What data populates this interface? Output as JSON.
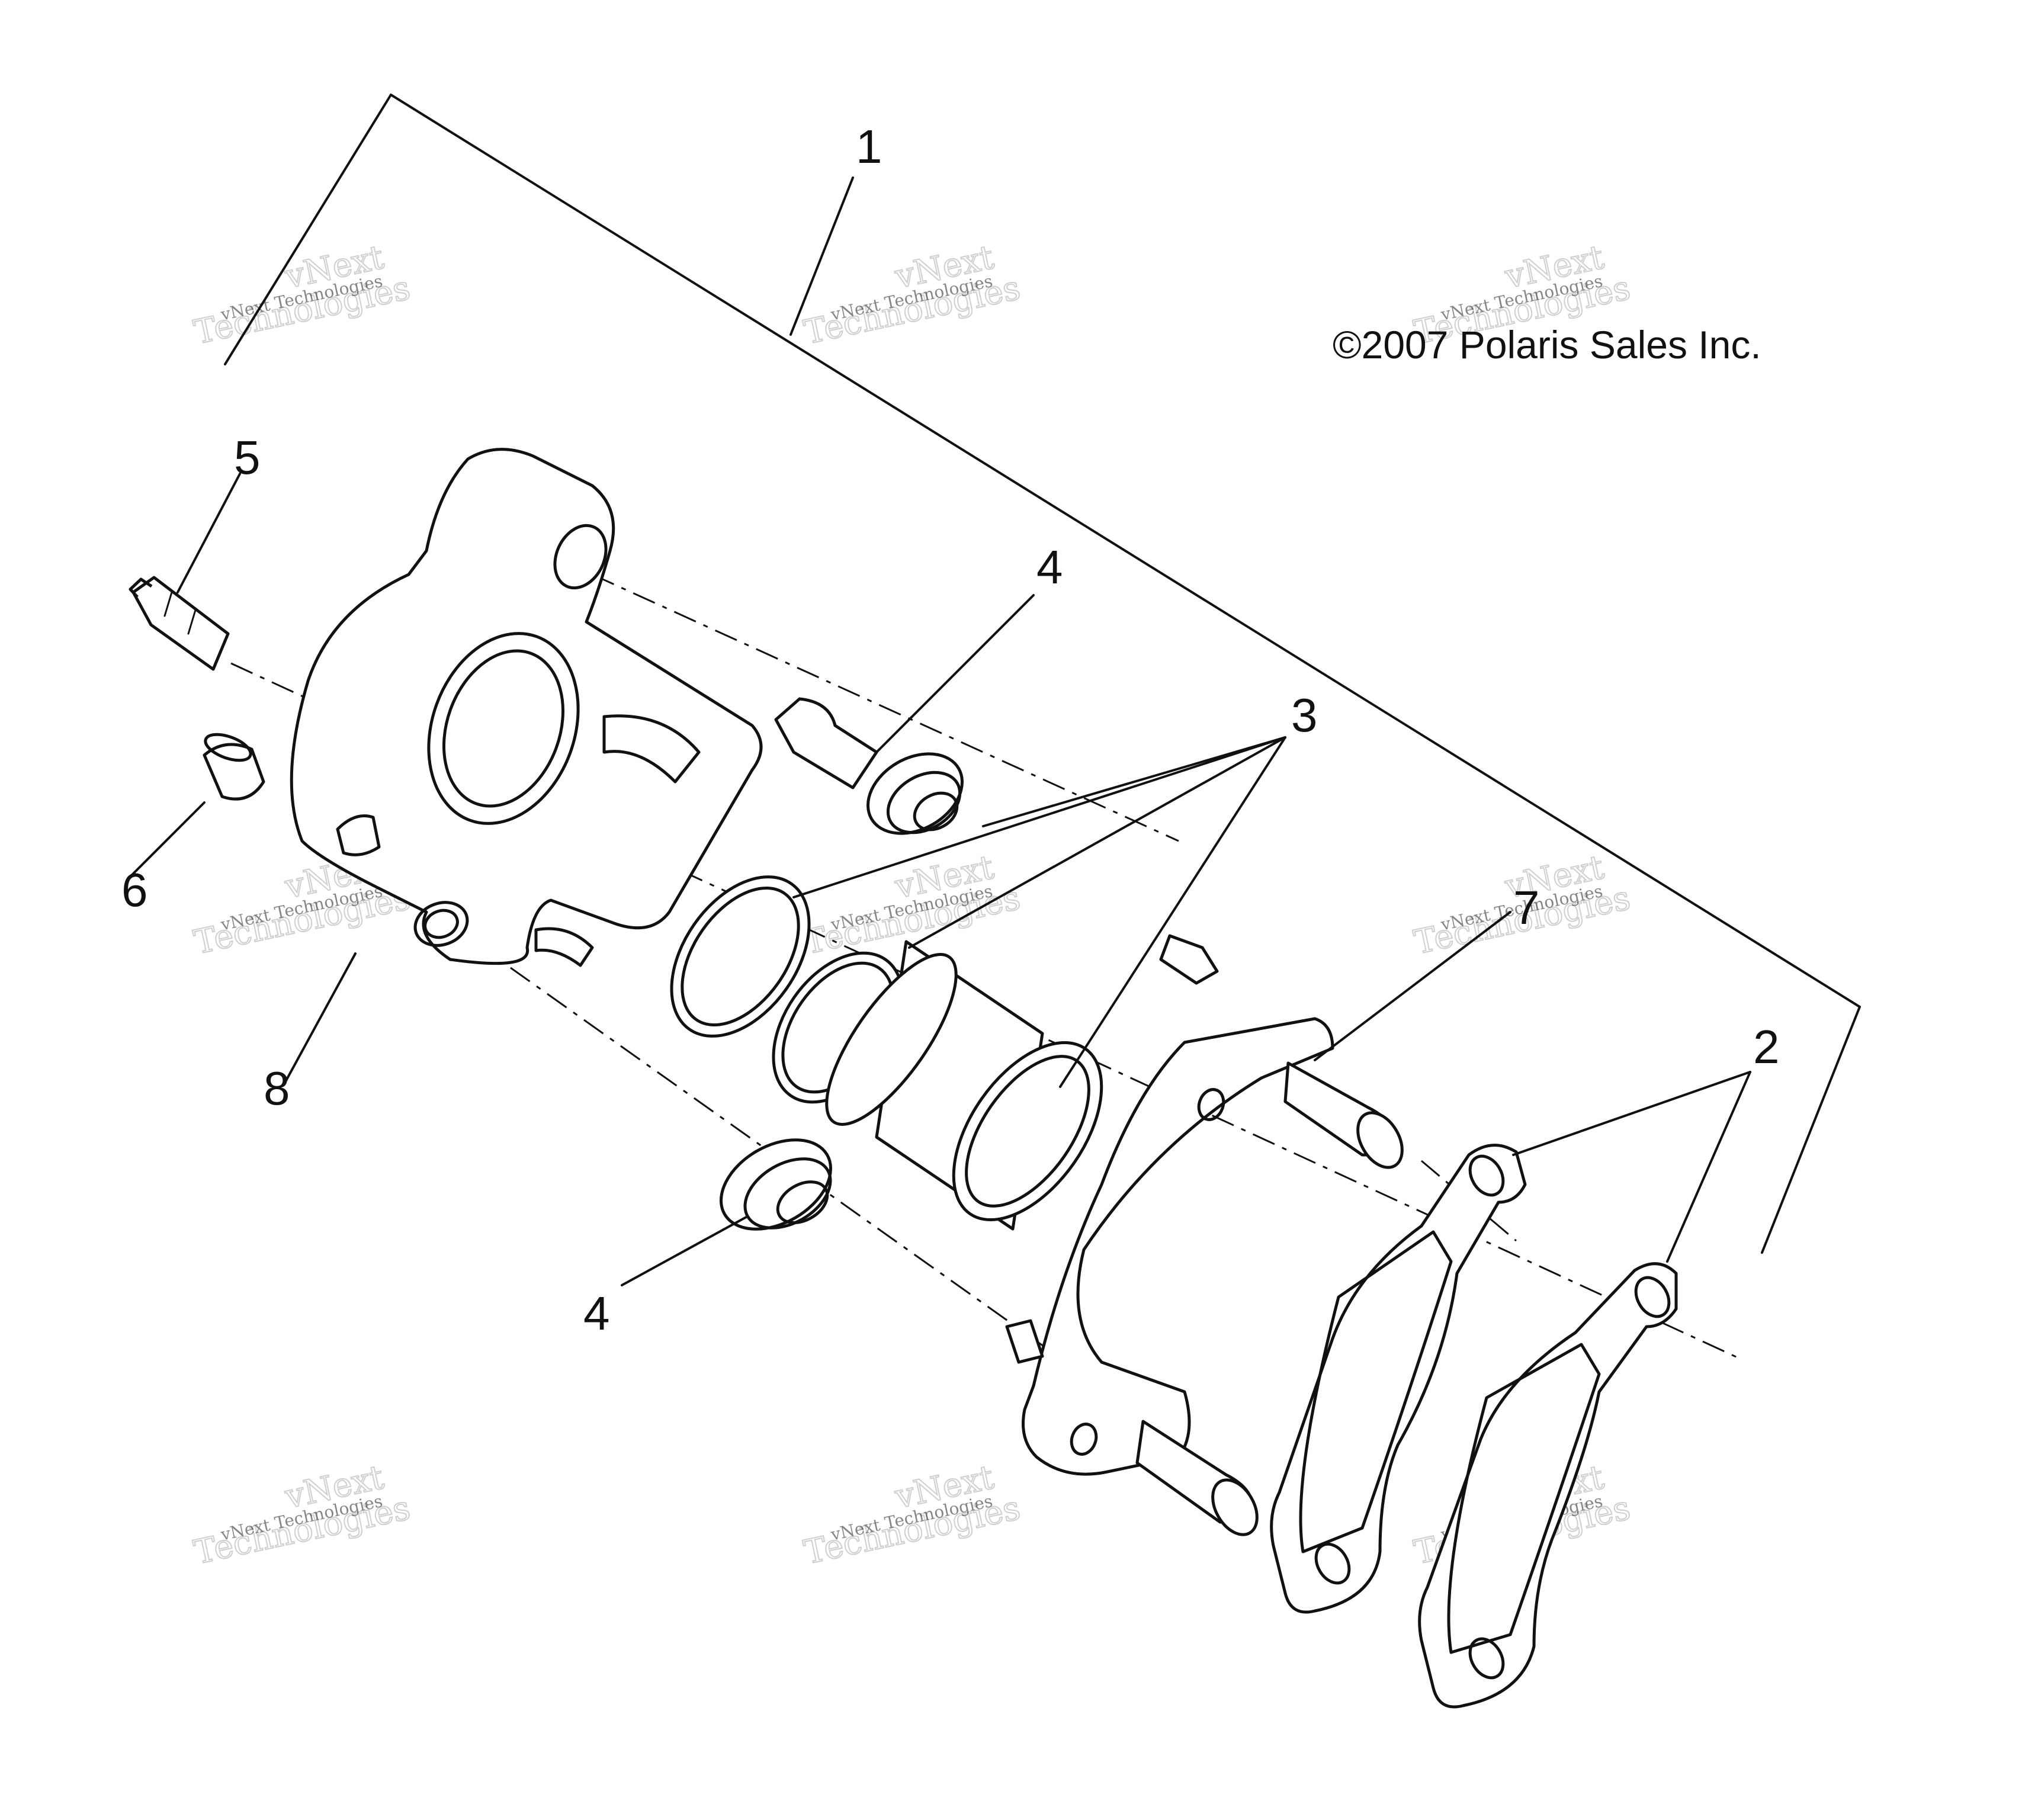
{
  "diagram": {
    "copyright": "©2007 Polaris Sales Inc.",
    "callouts": [
      "1",
      "2",
      "3",
      "4",
      "4",
      "5",
      "6",
      "7",
      "8"
    ],
    "watermark": {
      "line1": "vNext Technologies",
      "line2": "vNext",
      "line3": "Technologies"
    }
  }
}
